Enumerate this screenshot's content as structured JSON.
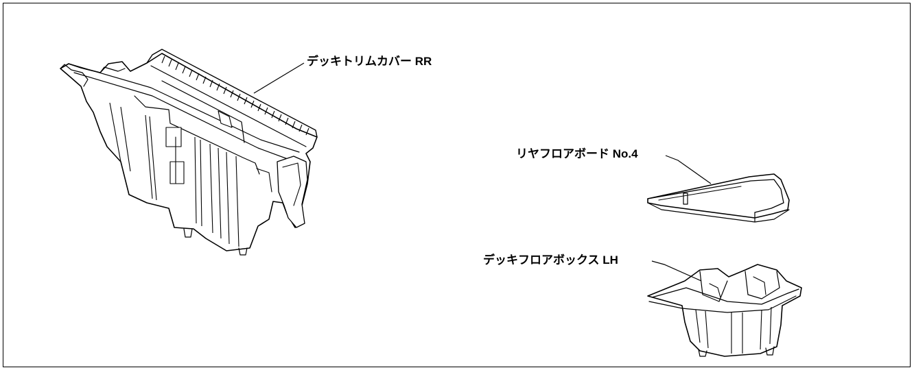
{
  "labels": {
    "deck_trim_cover": "デッキトリムカバー RR",
    "rear_floor_board": "リヤフロアボード No.4",
    "deck_floor_box": "デッキフロアボックス LH"
  },
  "colors": {
    "line": "#000000",
    "background": "#ffffff"
  }
}
